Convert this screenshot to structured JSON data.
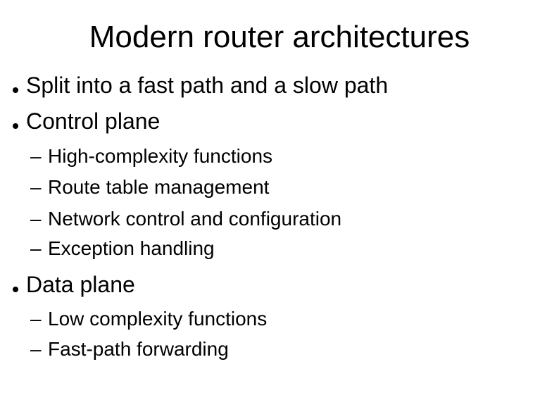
{
  "slide": {
    "title": "Modern router architectures",
    "sub_bullet_marker": "–",
    "colors": {
      "text": "#000000",
      "background": "#ffffff"
    },
    "items": [
      {
        "level": 1,
        "text": "Split into a fast path and a slow path"
      },
      {
        "level": 1,
        "text": "Control plane"
      },
      {
        "level": 2,
        "text": "High-complexity functions"
      },
      {
        "level": 2,
        "text": "Route table management"
      },
      {
        "level": 2,
        "text": "Network control and configuration"
      },
      {
        "level": 2,
        "text": "Exception handling"
      },
      {
        "level": 1,
        "text": "Data plane"
      },
      {
        "level": 2,
        "text": "Low complexity functions"
      },
      {
        "level": 2,
        "text": "Fast-path forwarding"
      }
    ]
  }
}
